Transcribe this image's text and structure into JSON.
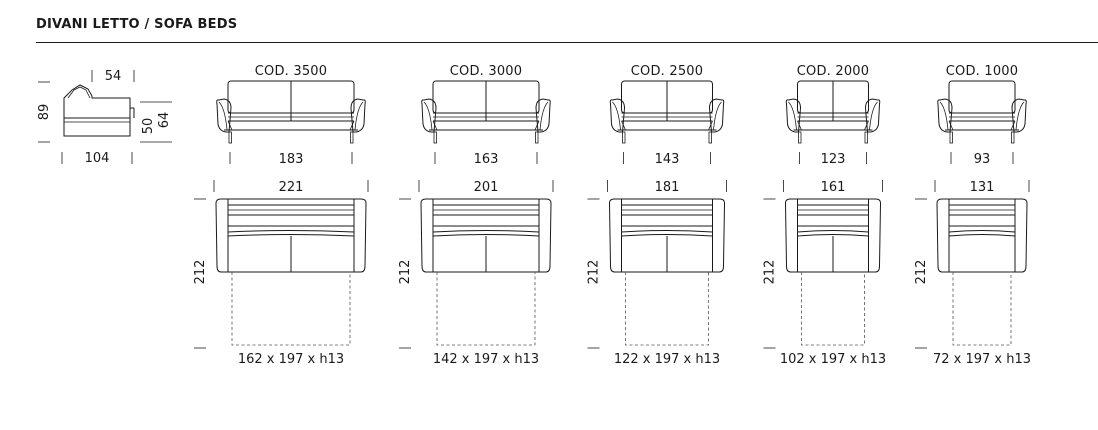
{
  "title": "DIVANI LETTO / SOFA BEDS",
  "side_view": {
    "depth_top": "54",
    "height": "89",
    "arm_height": "50",
    "seat_height": "64",
    "depth": "104"
  },
  "models": [
    {
      "code": "COD. 3500",
      "front_width": "183",
      "plan_width": "221",
      "plan_depth": "212",
      "bed": "162 x 197 x h13"
    },
    {
      "code": "COD. 3000",
      "front_width": "163",
      "plan_width": "201",
      "plan_depth": "212",
      "bed": "142 x 197 x h13"
    },
    {
      "code": "COD. 2500",
      "front_width": "143",
      "plan_width": "181",
      "plan_depth": "212",
      "bed": "122 x 197 x h13"
    },
    {
      "code": "COD. 2000",
      "front_width": "123",
      "plan_width": "161",
      "plan_depth": "212",
      "bed": "102 x 197 x h13"
    },
    {
      "code": "COD. 1000",
      "front_width": "93",
      "plan_width": "131",
      "plan_depth": "212",
      "bed": "72 x 197 x h13"
    }
  ]
}
